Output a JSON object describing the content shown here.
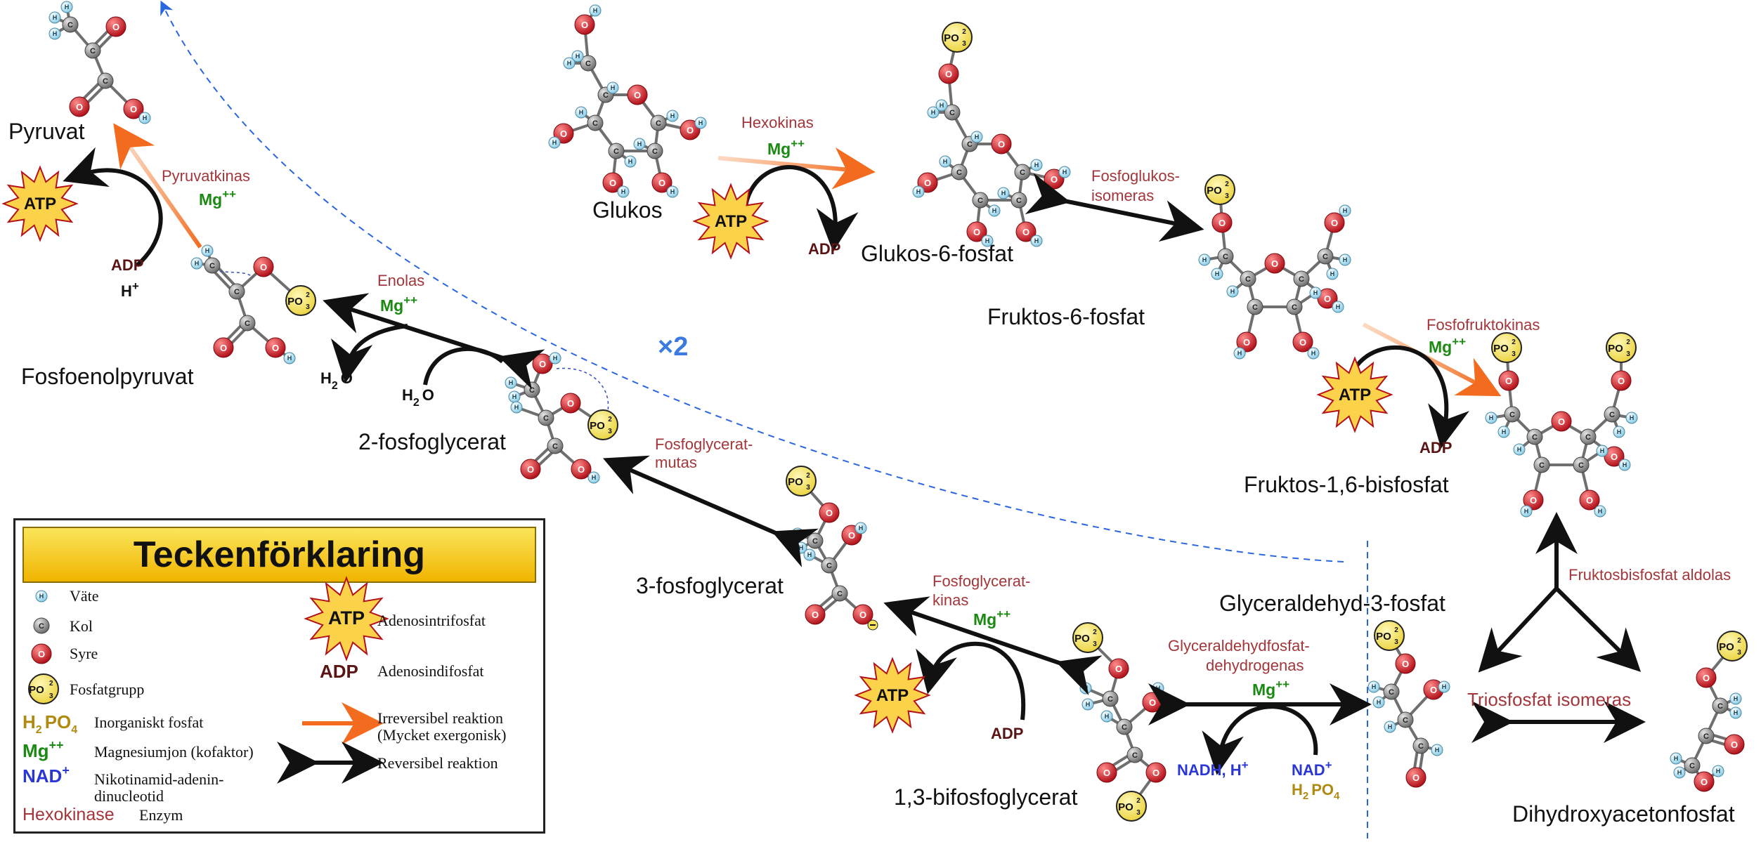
{
  "molecules": {
    "glucose": "Glukos",
    "g6p": "Glukos-6-fosfat",
    "f6p": "Fruktos-6-fosfat",
    "f16bp": "Fruktos-1,6-bisfosfat",
    "g3p": "Glyceraldehyd-3-fosfat",
    "dhap": "Dihydroxyacetonfosfat",
    "bpg13": "1,3-bifosfoglycerat",
    "pg3": "3-fosfoglycerat",
    "pg2": "2-fosfoglycerat",
    "pep": "Fosfoenolpyruvat",
    "pyruvate": "Pyruvat"
  },
  "enzymes": {
    "hexokinase": "Hexokinas",
    "pgi_1": "Fosfoglukos-",
    "pgi_2": "isomeras",
    "pfk": "Fosfofruktokinas",
    "aldolase": "Fruktosbisfosfat aldolas",
    "tpi": "Triosfosfat isomeras",
    "gapdh_1": "Glyceraldehydfosfat-",
    "gapdh_2": "dehydrogenas",
    "pgk_1": "Fosfoglycerat-",
    "pgk_2": "kinas",
    "pgm_1": "Fosfoglycerat-",
    "pgm_2": "mutas",
    "enolase": "Enolas",
    "pk": "Pyruvatkinas"
  },
  "cofactors": {
    "mg": "Mg",
    "mg_sup": "++",
    "atp": "ATP",
    "adp": "ADP",
    "h_plus": "H",
    "plus": "+",
    "h2o_h": "H",
    "h2o_2": "2",
    "h2o_o": "O",
    "nadh": "NADH, H",
    "nad": "NAD",
    "h2po4_h": "H",
    "h2po4_2": "2",
    "h2po4_po": "PO",
    "h2po4_4": "4",
    "times_two": "×2"
  },
  "atoms": {
    "h": "H",
    "c": "C",
    "o": "O",
    "po": "PO",
    "po_sub": "3",
    "po_sup": "2"
  },
  "legend": {
    "title": "Teckenförklaring",
    "hydrogen": "Väte",
    "carbon": "Kol",
    "oxygen": "Syre",
    "phosphate": "Fosfatgrupp",
    "inorganic": "Inorganiskt fosfat",
    "magnesium": "Magnesiumjon (kofaktor)",
    "nad_1": "Nikotinamid-adenin-",
    "nad_2": "dinucleotid",
    "enzyme_example": "Hexokinase",
    "enzyme": "Enzym",
    "atp": "Adenosintrifosfat",
    "adp": "Adenosindifosfat",
    "irrev_1": "Irreversibel reaktion",
    "irrev_2": "(Mycket exergonisk)",
    "rev": "Reversibel reaktion"
  },
  "colors": {
    "enzyme": "#a3363a",
    "magnesium": "#1b8a12",
    "nad": "#2a36d6",
    "phosphate_text": "#b08a10",
    "irreversible": "#f26b1f",
    "reversible": "#111111",
    "dashed": "#2a66e0",
    "carbon": "#8c8c8c",
    "oxygen": "#d01f28",
    "hydrogen": "#a9dcef",
    "phosphate": "#f6e25a",
    "adp": "#5a1414"
  }
}
